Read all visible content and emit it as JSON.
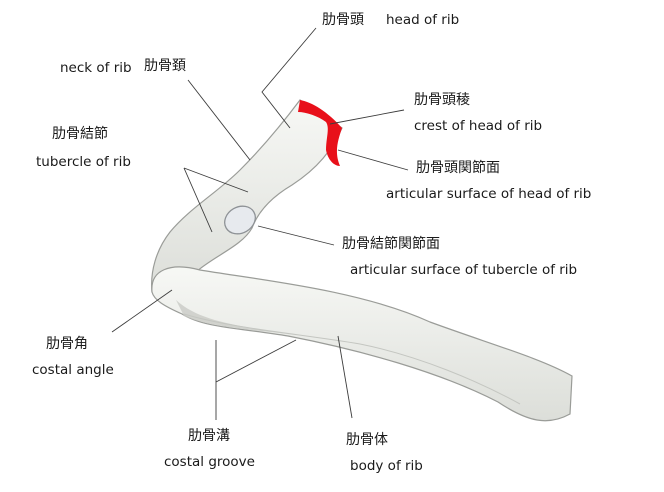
{
  "colors": {
    "bone_fill": "#f1f2ee",
    "bone_outline": "#9a9c98",
    "bone_shadow": "#c9cbc6",
    "crest_red": "#e8101a",
    "leader_line": "#3c3c3c",
    "text": "#1a1a1a"
  },
  "labels": {
    "head": {
      "jp": "肋骨頭",
      "en": "head of rib"
    },
    "neck": {
      "jp": "肋骨頚",
      "en": "neck of rib"
    },
    "crest": {
      "jp": "肋骨頭稜",
      "en": "crest of head of rib"
    },
    "tubercle": {
      "jp": "肋骨結節",
      "en": "tubercle of rib"
    },
    "artic_head": {
      "jp": "肋骨頭関節面",
      "en": "articular surface of head of rib"
    },
    "artic_tub": {
      "jp": "肋骨結節関節面",
      "en": "articular surface of tubercle of rib"
    },
    "angle": {
      "jp": "肋骨角",
      "en": "costal angle"
    },
    "groove": {
      "jp": "肋骨溝",
      "en": "costal groove"
    },
    "body": {
      "jp": "肋骨体",
      "en": "body of rib"
    }
  }
}
